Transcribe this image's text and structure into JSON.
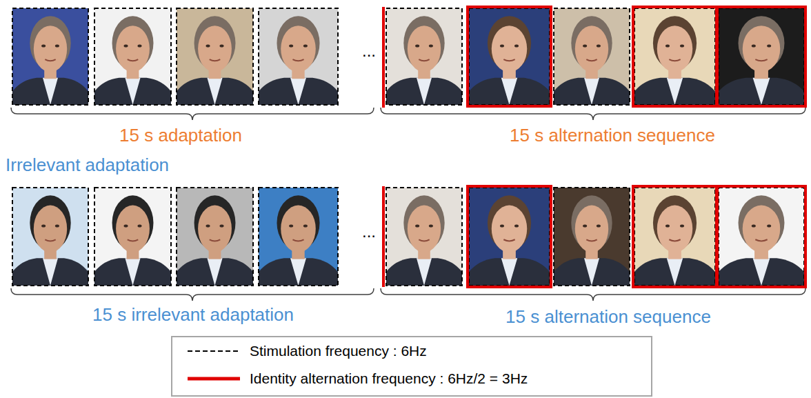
{
  "diagram": {
    "labels": [
      "...",
      "15 s adaptation",
      "15 s alternation sequence",
      "Irrelevant adaptation",
      "...",
      "15 s irrelevant adaptation",
      "15 s alternation sequence"
    ],
    "legend": [
      {
        "text": "Stimulation frequency : 6Hz"
      },
      {
        "text": "Identity alternation frequency : 6Hz/2 = 3Hz"
      }
    ]
  }
}
